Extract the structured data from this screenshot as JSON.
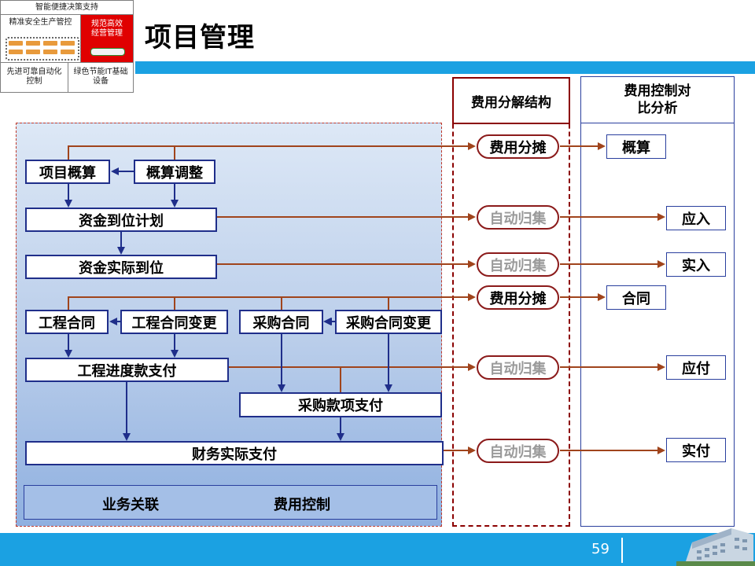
{
  "nav": {
    "top": "智能便捷决策支持",
    "safe": "精准安全生产管控",
    "manage": "规范高效经营管理",
    "auto": "先进可靠自动化控制",
    "it": "绿色节能IT基础设备"
  },
  "title": "项目管理",
  "page_number": "59",
  "columns": {
    "cost_structure": "费用分解结构",
    "cost_control": "费用控制对比分析"
  },
  "flow": {
    "project_estimate": "项目概算",
    "estimate_adjust": "概算调整",
    "fund_plan": "资金到位计划",
    "fund_actual": "资金实际到位",
    "eng_contract": "工程合同",
    "eng_contract_change": "工程合同变更",
    "purchase_contract": "采购合同",
    "purchase_contract_change": "采购合同变更",
    "eng_progress_pay": "工程进度款支付",
    "purchase_pay": "采购款项支付",
    "finance_pay": "财务实际支付"
  },
  "middle": {
    "alloc_1": "费用分摊",
    "collect_1": "自动归集",
    "collect_2": "自动归集",
    "alloc_2": "费用分摊",
    "collect_3": "自动归集",
    "collect_4": "自动归集"
  },
  "right": {
    "estimate": "概算",
    "receivable": "应入",
    "received": "实入",
    "contract": "合同",
    "payable": "应付",
    "paid": "实付"
  },
  "legend": {
    "business": "业务关联",
    "cost": "费用控制"
  },
  "colors": {
    "business_line": "#1f2e8a",
    "cost_line": "#a0441c",
    "accent_bar": "#1ba1e2",
    "highlight": "#e00000"
  }
}
